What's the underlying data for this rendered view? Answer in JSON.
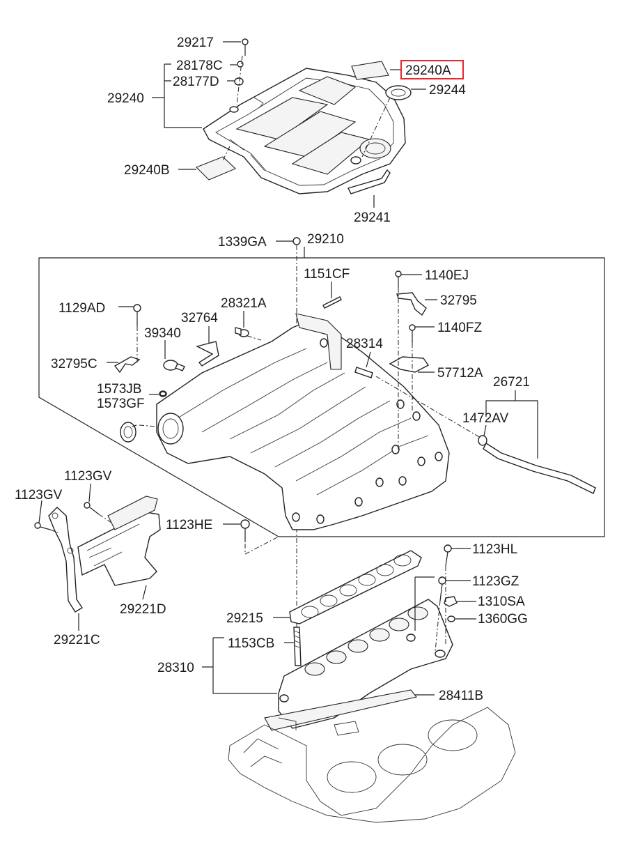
{
  "highlight_color": "#e8262a",
  "part_labels": {
    "p29217": "29217",
    "p28178C": "28178C",
    "p28177D": "28177D",
    "p29240": "29240",
    "p29240A": "29240A",
    "p29244": "29244",
    "p29240B": "29240B",
    "p29241": "29241",
    "p1339GA": "1339GA",
    "p29210": "29210",
    "p1151CF": "1151CF",
    "p1140EJ": "1140EJ",
    "p1129AD": "1129AD",
    "p28321A": "28321A",
    "p32795": "32795",
    "p32764": "32764",
    "p39340": "39340",
    "p1140FZ": "1140FZ",
    "p28314": "28314",
    "p32795C": "32795C",
    "p57712A": "57712A",
    "p26721": "26721",
    "p1573JB": "1573JB",
    "p1573GF": "1573GF",
    "p1472AV": "1472AV",
    "p1123GV_a": "1123GV",
    "p1123GV_b": "1123GV",
    "p1123HE": "1123HE",
    "p1123HL": "1123HL",
    "p1123GZ": "1123GZ",
    "p29221D": "29221D",
    "p1310SA": "1310SA",
    "p1360GG": "1360GG",
    "p29215": "29215",
    "p29221C": "29221C",
    "p1153CB": "1153CB",
    "p28310": "28310",
    "p28411B": "28411B"
  },
  "highlighted_part": "29240A"
}
